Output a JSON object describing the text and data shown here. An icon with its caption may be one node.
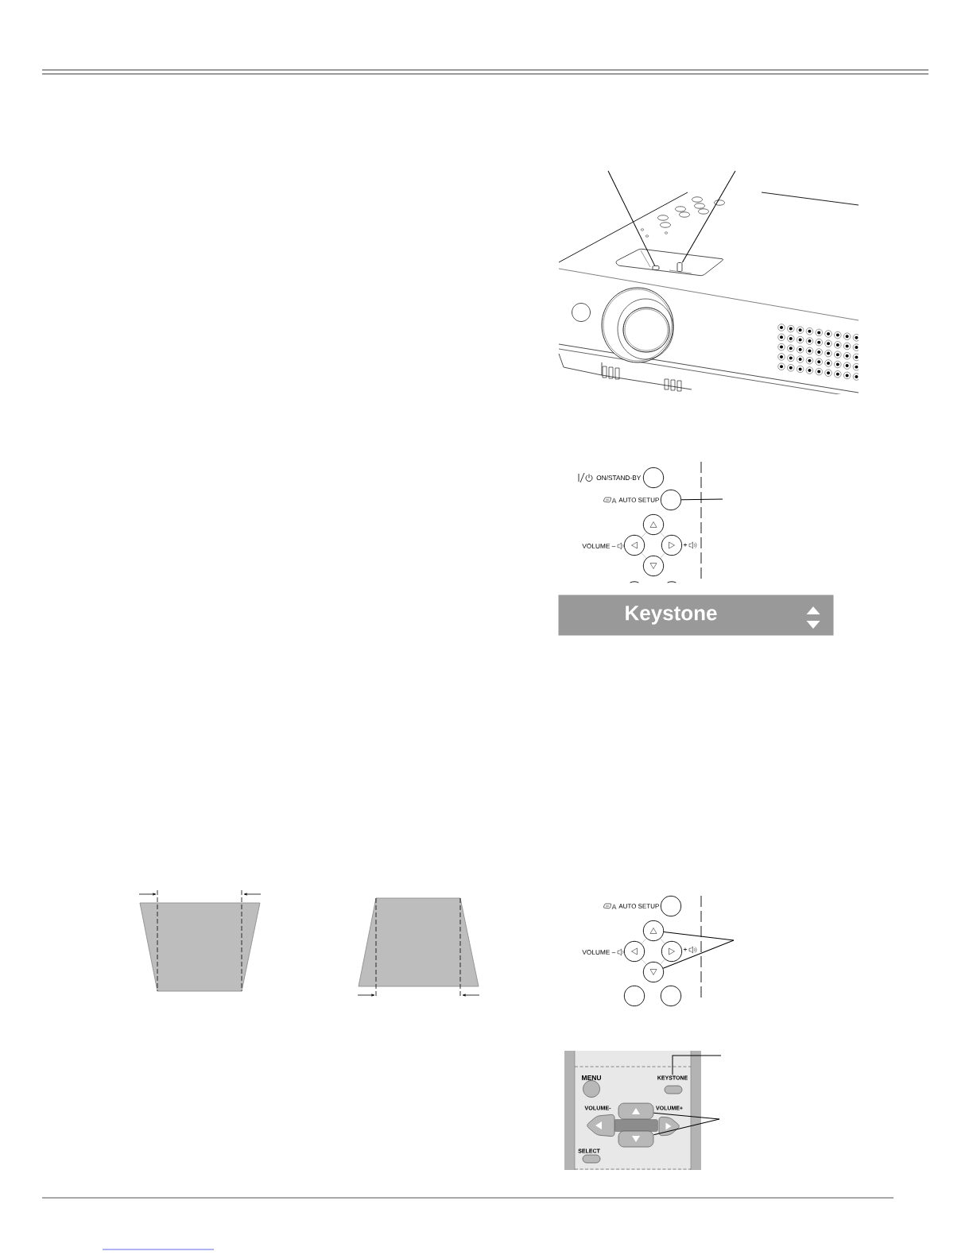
{
  "diagram": {
    "nodes": [
      {
        "text": [],
        "shape": "box"
      },
      {
        "text": [],
        "shape": "box"
      },
      {
        "text": [],
        "shape": "circle",
        "beside": [
          "ON/STAND-BY"
        ]
      },
      {
        "text": [],
        "shape": "circle",
        "beside": [
          "AUTO SETUP"
        ]
      },
      {
        "text": [],
        "shape": "circle"
      },
      {
        "text": [],
        "shape": "circle",
        "beside": [
          "VOLUME –"
        ]
      },
      {
        "text": [],
        "shape": "circle",
        "beside": [
          "+"
        ]
      },
      {
        "text": [],
        "shape": "circle"
      },
      {
        "text": [
          "Keystone"
        ]
      },
      {
        "text": [],
        "shape": "circle",
        "beside": [
          "AUTO SETUP"
        ]
      },
      {
        "text": [],
        "shape": "circle"
      },
      {
        "text": [],
        "shape": "circle",
        "beside": [
          "VOLUME –"
        ]
      },
      {
        "text": [],
        "shape": "circle",
        "beside": [
          "+"
        ]
      },
      {
        "text": [],
        "shape": "circle"
      },
      {
        "text": [],
        "shape": "circle"
      },
      {
        "text": [],
        "shape": "circle"
      },
      {
        "text": [
          "KEYSTONE"
        ]
      },
      {
        "text": [],
        "shape": "button"
      },
      {
        "text": [],
        "shape": "button"
      }
    ],
    "edges": [
      {
        "from": null,
        "to": 0,
        "arrow": "none"
      },
      {
        "from": null,
        "to": 1,
        "arrow": "none"
      },
      {
        "from": null,
        "to": 3,
        "arrow": "none"
      },
      {
        "from": null,
        "to": 10,
        "arrow": "none"
      },
      {
        "from": null,
        "to": 13,
        "arrow": "none"
      },
      {
        "from": null,
        "to": 16,
        "arrow": "none"
      },
      {
        "from": null,
        "to": 17,
        "arrow": "none"
      },
      {
        "from": null,
        "to": 18,
        "arrow": "none"
      }
    ],
    "labels": [
      "MENU",
      "VOLUME-",
      "VOLUME+",
      "SELECT"
    ]
  }
}
